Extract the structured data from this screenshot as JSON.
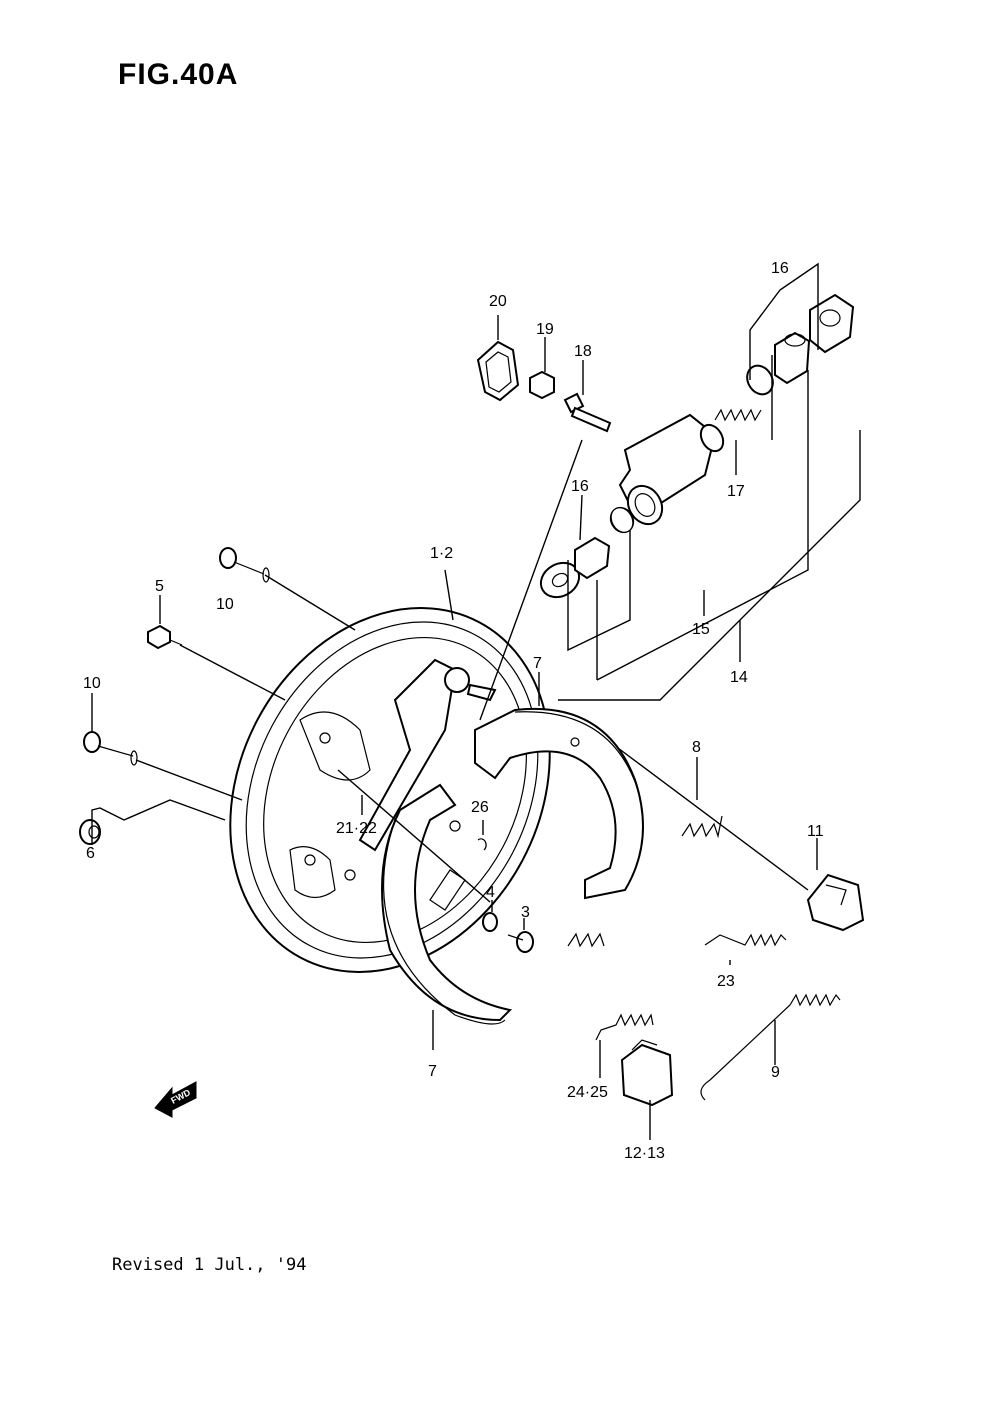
{
  "figure": {
    "title": "FIG.40A",
    "revision_note": "Revised 1 Jul., '94",
    "direction_badge": "FWD"
  },
  "callouts": {
    "c1_2": "1·2",
    "c3": "3",
    "c4": "4",
    "c5": "5",
    "c6": "6",
    "c7a": "7",
    "c7b": "7",
    "c8": "8",
    "c9": "9",
    "c10a": "10",
    "c10b": "10",
    "c11": "11",
    "c12_13": "12·13",
    "c14": "14",
    "c15": "15",
    "c16a": "16",
    "c16b": "16",
    "c17": "17",
    "c18": "18",
    "c19": "19",
    "c20": "20",
    "c21_22": "21·22",
    "c23": "23",
    "c24_25": "24·25",
    "c26": "26"
  }
}
